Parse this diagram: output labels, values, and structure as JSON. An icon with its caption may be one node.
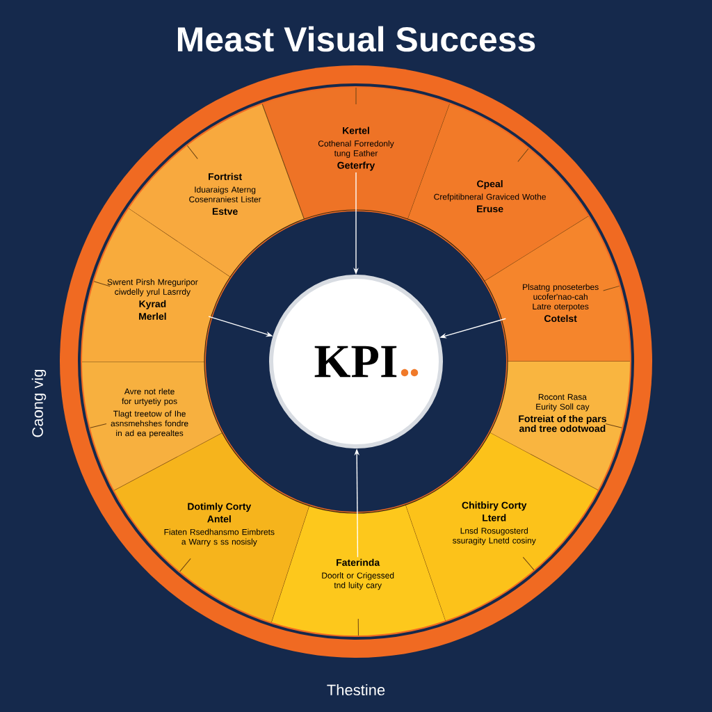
{
  "diagram": {
    "title": "Meast Visual Success",
    "nodes": [
      {
        "text": [
          "KPI"
        ]
      },
      {
        "text": [
          "Kertel",
          "Cothenal Forredonly tung Eather",
          "Geterfry"
        ]
      },
      {
        "text": [
          "Cpeal",
          "Crefpitibneral Graviced Wothe",
          "Eruse"
        ]
      },
      {
        "text": [
          "Plsatng pnoseterbes ucofer'nao-cah Latre oterpotes",
          "Cotelst"
        ]
      },
      {
        "text": [
          "Rocont Rasa Eurity Soll cay",
          "Fotreiat of the pars and tree odotwoad"
        ]
      },
      {
        "text": [
          "Chitbiry Corty",
          "Lterd",
          "Lnsd Rosugosterd ssuragity Lnetd cosiny"
        ]
      },
      {
        "text": [
          "Faterinda",
          "Doorlt or Crigessed tnd luity cary"
        ]
      },
      {
        "text": [
          "Dotimly Corty",
          "Antel",
          "Fiaten Rsedhansmo Eimbrets a Warry s ss nosisly"
        ]
      },
      {
        "text": [
          "Avre not rlete for urtyetiy pos",
          "Tlagt treetow of Ihe asnsmehshes fondre in ad ea perealtes"
        ]
      },
      {
        "text": [
          "Swrent Pirsh Mreguripor ciwdelly yrul Lasrrdy",
          "Kyrad",
          "Merlel"
        ]
      },
      {
        "text": [
          "Fortrist",
          "Iduaraigs Aterng Cosenraniest Lister",
          "Estve"
        ]
      }
    ],
    "edges": [
      {
        "from": 1,
        "to": 0,
        "arrow": "to"
      },
      {
        "from": 9,
        "to": 0,
        "arrow": "to"
      },
      {
        "from": 3,
        "to": 0,
        "arrow": "to"
      },
      {
        "from": 6,
        "to": 0,
        "arrow": "to"
      }
    ],
    "labels": [
      "Caong vig",
      "Thestine"
    ]
  }
}
